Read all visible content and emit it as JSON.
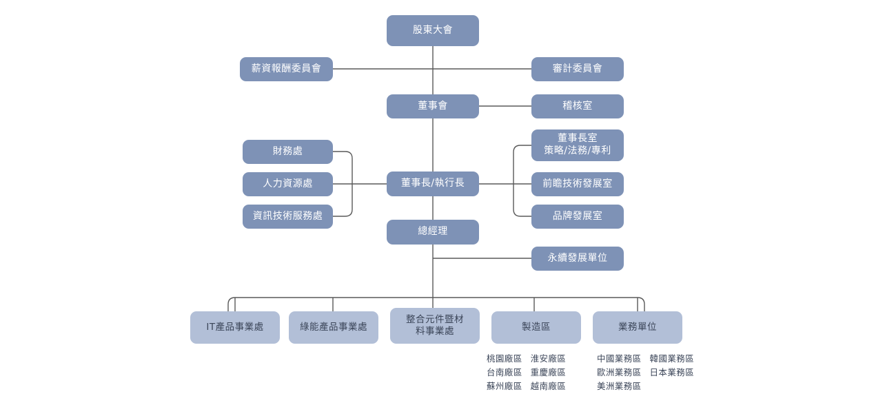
{
  "chart": {
    "type": "org-chart",
    "title": "",
    "colors": {
      "primary_box": "#7e92b6",
      "secondary_box": "#b2bfd7",
      "primary_text": "#ffffff",
      "secondary_text": "#3b4558",
      "connector_line": "#595959",
      "background": "#ffffff"
    },
    "nodes": [
      {
        "id": "shareholders_meeting",
        "label": "股東大會",
        "level": 0,
        "style": "primary"
      },
      {
        "id": "compensation_committee",
        "label": "薪資報酬委員會",
        "level": 1,
        "style": "primary"
      },
      {
        "id": "audit_committee",
        "label": "審計委員會",
        "level": 1,
        "style": "primary"
      },
      {
        "id": "board_of_directors",
        "label": "董事會",
        "level": 2,
        "style": "primary"
      },
      {
        "id": "audit_office",
        "label": "稽核室",
        "level": 2,
        "style": "primary"
      },
      {
        "id": "finance_division",
        "label": "財務處",
        "level": 3,
        "style": "primary"
      },
      {
        "id": "hr_division",
        "label": "人力資源處",
        "level": 3,
        "style": "primary"
      },
      {
        "id": "it_service_division",
        "label": "資訊技術服務處",
        "level": 3,
        "style": "primary"
      },
      {
        "id": "chairman_ceo",
        "label": "董事長/執行長",
        "level": 3,
        "style": "primary"
      },
      {
        "id": "chairman_office",
        "label": "董事長室\n策略/法務/專利",
        "level": 3,
        "style": "primary"
      },
      {
        "id": "advanced_tech_office",
        "label": "前瞻技術發展室",
        "level": 3,
        "style": "primary"
      },
      {
        "id": "brand_development_office",
        "label": "品牌發展室",
        "level": 3,
        "style": "primary"
      },
      {
        "id": "general_manager",
        "label": "總經理",
        "level": 4,
        "style": "primary"
      },
      {
        "id": "sustainability_unit",
        "label": "永續發展單位",
        "level": 5,
        "style": "primary"
      },
      {
        "id": "it_product_bu",
        "label": "IT產品事業處",
        "level": 6,
        "style": "secondary"
      },
      {
        "id": "green_energy_bu",
        "label": "綠能產品事業處",
        "level": 6,
        "style": "secondary"
      },
      {
        "id": "integrated_component_bu",
        "label": "整合元件暨材\n料事業處",
        "level": 6,
        "style": "secondary"
      },
      {
        "id": "manufacturing_zone",
        "label": "製造區",
        "level": 6,
        "style": "secondary"
      },
      {
        "id": "sales_unit",
        "label": "業務單位",
        "level": 6,
        "style": "secondary"
      }
    ],
    "manufacturing_sites": [
      "桃園廠區",
      "台南廠區",
      "蘇州廠區",
      "淮安廠區",
      "重慶廠區",
      "越南廠區"
    ],
    "sales_regions": [
      "中國業務區",
      "歐洲業務區",
      "美洲業務區",
      "韓國業務區",
      "日本業務區"
    ]
  }
}
